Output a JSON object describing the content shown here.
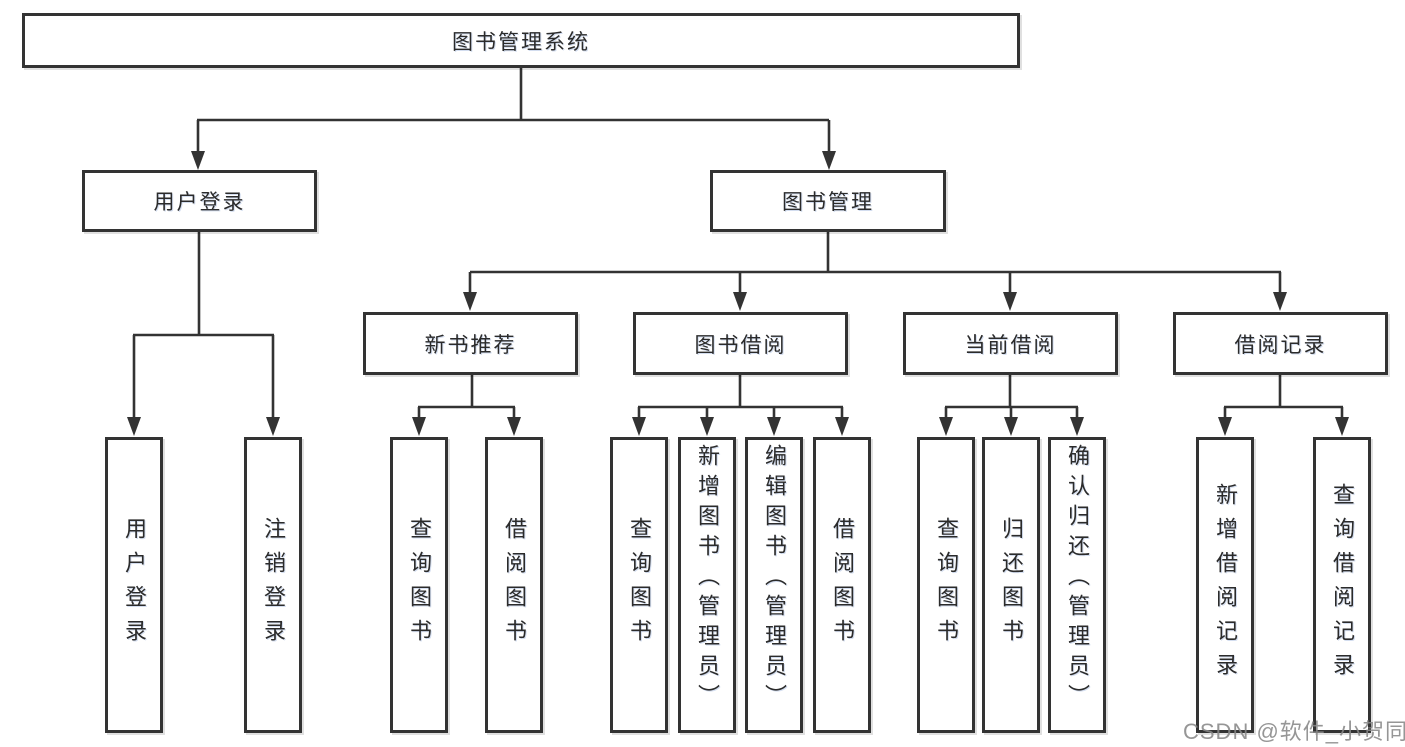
{
  "diagram": {
    "title": "图书管理系统",
    "level2": [
      "用户登录",
      "图书管理"
    ],
    "level3": [
      "新书推荐",
      "图书借阅",
      "当前借阅",
      "借阅记录"
    ],
    "leaves": {
      "user": [
        "用户登录",
        "注销登录"
      ],
      "newbook": [
        "查询图书",
        "借阅图书"
      ],
      "borrow": [
        "查询图书",
        "新增图书（管理员）",
        "编辑图书（管理员）",
        "借阅图书"
      ],
      "current": [
        "查询图书",
        "归还图书",
        "确认归还（管理员）"
      ],
      "records": [
        "新增借阅记录",
        "查询借阅记录"
      ]
    }
  },
  "watermark": "CSDN @软件_小贺同学",
  "colors": {
    "line": "#333333",
    "box_border": "#333333",
    "text": "#2b2b2b",
    "background": "#ffffff",
    "watermark": "#878787"
  }
}
